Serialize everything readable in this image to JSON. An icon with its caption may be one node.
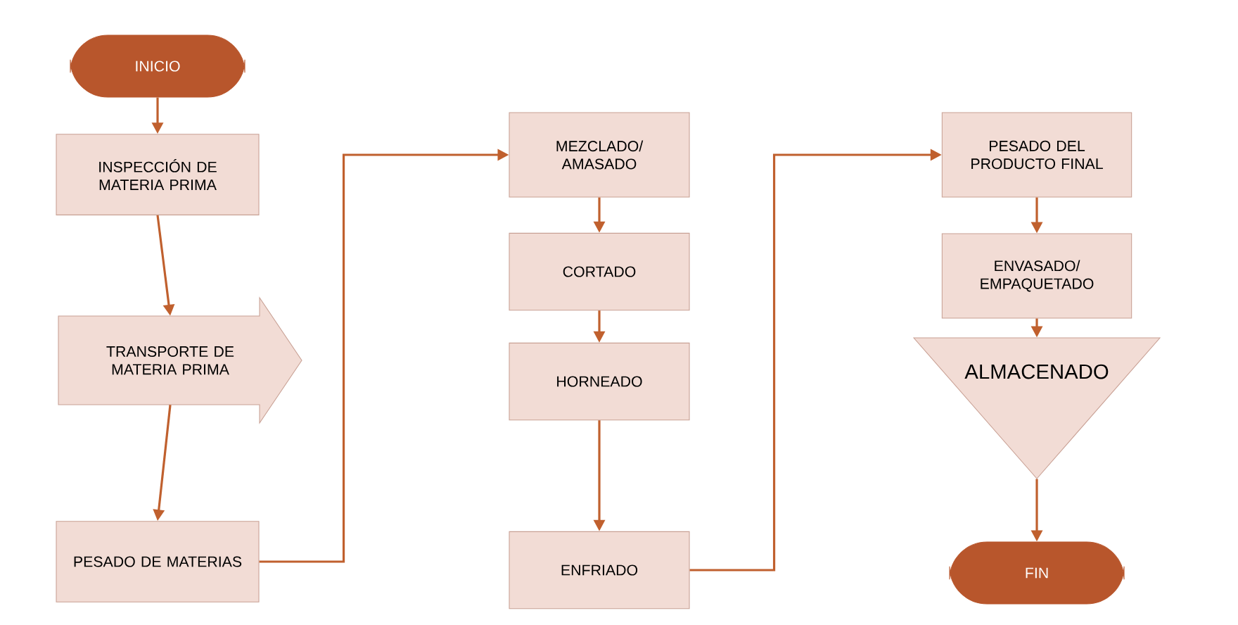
{
  "diagram": {
    "nodes": [
      {
        "text": [
          "INICIO"
        ]
      },
      {
        "text": [
          "INSPECCIÓN DE MATERIA PRIMA"
        ]
      },
      {
        "text": [
          "TRANSPORTE DE MATERIA PRIMA"
        ]
      },
      {
        "text": [
          "PESADO DE MATERIAS"
        ]
      },
      {
        "text": [
          "MEZCLADO/ AMASADO"
        ]
      },
      {
        "text": [
          "CORTADO"
        ]
      },
      {
        "text": [
          "HORNEADO"
        ]
      },
      {
        "text": [
          "ENFRIADO"
        ]
      },
      {
        "text": [
          "PESADO DEL PRODUCTO FINAL"
        ]
      },
      {
        "text": [
          "ENVASADO/ EMPAQUETADO"
        ]
      },
      {
        "text": [
          "ALMACENADO"
        ]
      },
      {
        "text": [
          "FIN"
        ]
      }
    ],
    "edges": [
      {
        "from": 0,
        "to": 1,
        "arrow": "to"
      },
      {
        "from": 1,
        "to": 2,
        "arrow": "to"
      },
      {
        "from": 2,
        "to": 3,
        "arrow": "to"
      },
      {
        "from": 3,
        "to": 4,
        "arrow": "to"
      },
      {
        "from": 4,
        "to": 5,
        "arrow": "to"
      },
      {
        "from": 5,
        "to": 6,
        "arrow": "to"
      },
      {
        "from": 6,
        "to": 7,
        "arrow": "to"
      },
      {
        "from": 7,
        "to": 8,
        "arrow": "to"
      },
      {
        "from": 8,
        "to": 9,
        "arrow": "to"
      },
      {
        "from": 9,
        "to": 10,
        "arrow": "to"
      },
      {
        "from": 10,
        "to": 11,
        "arrow": "to"
      }
    ]
  }
}
